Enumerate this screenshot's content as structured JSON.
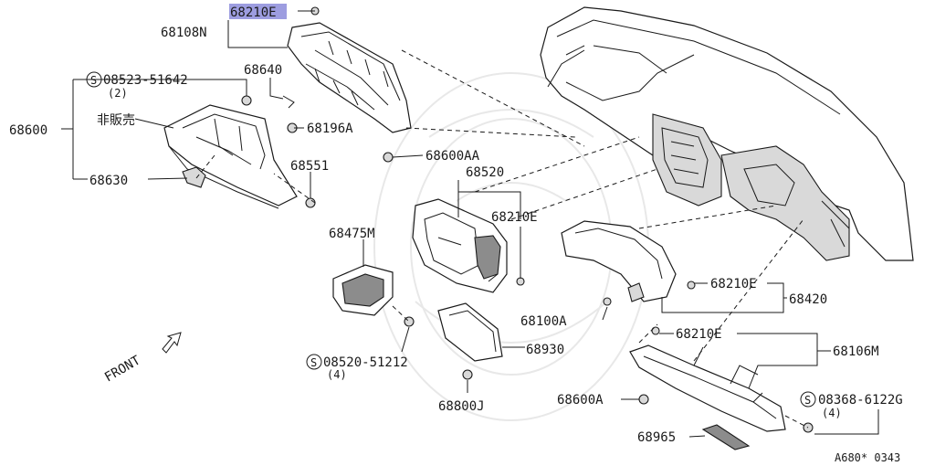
{
  "labels": {
    "p68210E_top": "68210E",
    "p68108N": "68108N",
    "p08523": "08523-51642",
    "p08523_qty": "(2)",
    "p68640": "68640",
    "p68600": "68600",
    "not_for_sale": "非販売",
    "p68196A": "68196A",
    "p68600AA": "68600AA",
    "p68630": "68630",
    "p68551": "68551",
    "p68520": "68520",
    "p68210E_mid": "68210E",
    "p68475M": "68475M",
    "p68210E_right": "68210E",
    "p68420": "68420",
    "p68100A": "68100A",
    "p68210E_low": "68210E",
    "p68106M": "68106M",
    "p08520": "08520-51212",
    "p08520_qty": "(4)",
    "p68930": "68930",
    "front": "FRONT",
    "p68600A": "68600A",
    "p08368": "08368-6122G",
    "p08368_qty": "(4)",
    "p68800J": "68800J",
    "p68965": "68965",
    "ref": "A680* 0343"
  },
  "symbols": {
    "screw_mark": "S"
  },
  "colors": {
    "highlight": "#9d9de0",
    "ink": "#1a1a1a",
    "shade": "#8c8c8c"
  }
}
